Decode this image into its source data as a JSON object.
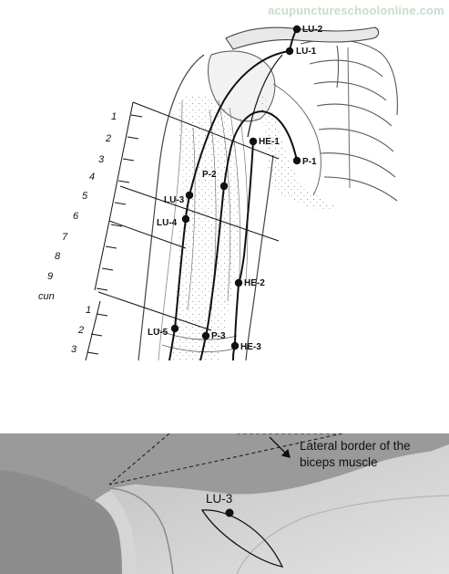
{
  "watermark": "acupunctureschoolonline.com",
  "arm_diagram": {
    "points": [
      "LU-2",
      "LU-1",
      "HE-1",
      "P-1",
      "P-2",
      "LU-3",
      "LU-4",
      "HE-2",
      "LU-5",
      "P-3",
      "HE-3"
    ],
    "scale_upper": [
      "1",
      "2",
      "3",
      "4",
      "5",
      "6",
      "7",
      "8",
      "9"
    ],
    "scale_unit": "cun",
    "scale_lower": [
      "1",
      "2",
      "3"
    ]
  },
  "photo": {
    "annotation_line1": "Lateral border of the",
    "annotation_line2": "biceps muscle",
    "point_label": "LU-3"
  },
  "colors": {
    "meridian": "#111111",
    "skin_dark": "#6f6f6f",
    "skin_light": "#c9c9c9",
    "watermark": "#c8dccb"
  }
}
